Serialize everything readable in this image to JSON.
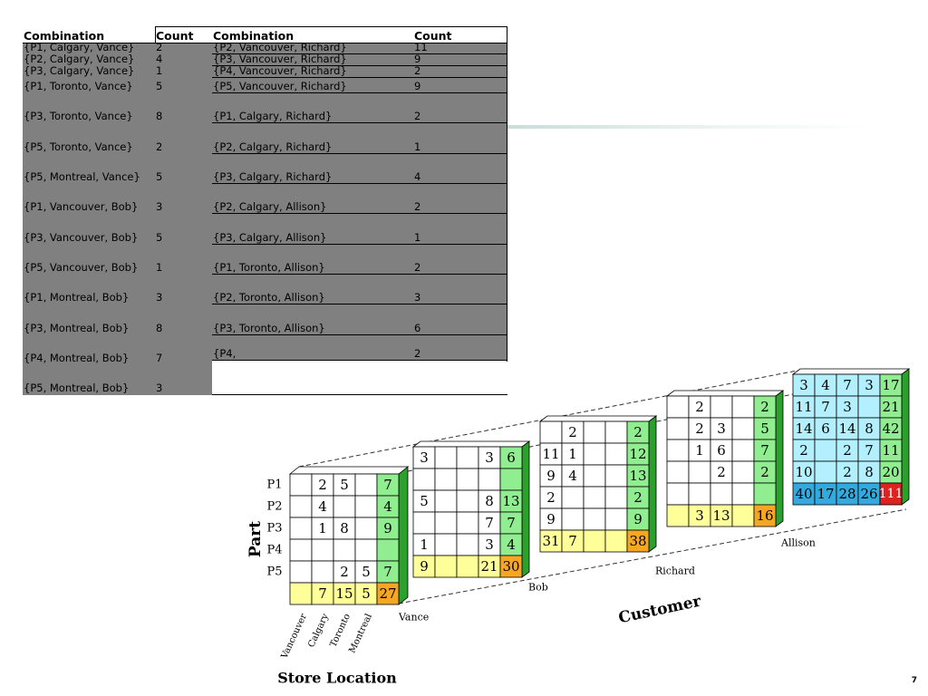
{
  "table": {
    "headers": [
      "Combination",
      "Count",
      "Combination",
      "Count"
    ],
    "left_rows": [
      [
        "{P1, Calgary, Vance}",
        "2"
      ],
      [
        "{P2, Calgary, Vance}",
        "4"
      ],
      [
        "{P3, Calgary, Vance}",
        "1"
      ],
      [
        "{P1, Toronto, Vance}",
        "5"
      ],
      [
        "{P3, Toronto, Vance}",
        "8"
      ],
      [
        "{P5, Toronto, Vance}",
        "2"
      ],
      [
        "{P5, Montreal, Vance}",
        "5"
      ],
      [
        "{P1, Vancouver, Bob}",
        "3"
      ],
      [
        "{P3, Vancouver, Bob}",
        "5"
      ],
      [
        "{P5, Vancouver, Bob}",
        "1"
      ],
      [
        "{P1, Montreal, Bob}",
        "3"
      ],
      [
        "{P3, Montreal, Bob}",
        "8"
      ],
      [
        "{P4, Montreal, Bob}",
        "7"
      ],
      [
        "{P5, Montreal, Bob}",
        "3"
      ]
    ],
    "right_rows": [
      [
        "{P2, Vancouver, Richard}",
        "11"
      ],
      [
        "{P3, Vancouver, Richard}",
        "9"
      ],
      [
        "{P4, Vancouver, Richard}",
        "2"
      ],
      [
        "{P5, Vancouver, Richard}",
        "9"
      ],
      [
        "{P1, Calgary, Richard}",
        "2"
      ],
      [
        "{P2, Calgary, Richard}",
        "1"
      ],
      [
        "{P3, Calgary, Richard}",
        "4"
      ],
      [
        "{P2, Calgary, Allison}",
        "2"
      ],
      [
        "{P3, Calgary, Allison}",
        "1"
      ],
      [
        "{P1, Toronto, Allison}",
        "2"
      ],
      [
        "{P2, Toronto, Allison}",
        "3"
      ],
      [
        "{P3, Toronto, Allison}",
        "6"
      ],
      [
        "{P4, ",
        "2"
      ]
    ]
  },
  "cube": {
    "part_label": "Part",
    "store_label": "Store Location",
    "customer_label": "Customer",
    "parts": [
      "P1",
      "P2",
      "P3",
      "P4",
      "P5"
    ],
    "stores": [
      "Vancouver",
      "Calgary",
      "Toronto",
      "Montreal"
    ],
    "colors": {
      "white": "#ffffff",
      "row_total": "#90ee90",
      "col_total": "#ffff99",
      "grand_total": "#f5a623",
      "allison_cells": "#b3f0ff",
      "allison_col_total": "#33aadd",
      "allison_grand": "#dd2222",
      "side": "#2ca02c"
    },
    "slices": [
      {
        "name": "Vance",
        "cells": [
          [
            "",
            "2",
            "5",
            ""
          ],
          [
            "",
            "4",
            "",
            ""
          ],
          [
            "",
            "1",
            "8",
            ""
          ],
          [
            "",
            "",
            "",
            ""
          ],
          [
            "",
            "",
            "2",
            "5"
          ]
        ],
        "row_totals": [
          "7",
          "4",
          "9",
          "",
          "7"
        ],
        "col_totals": [
          "",
          "7",
          "15",
          "5"
        ],
        "grand": "27"
      },
      {
        "name": "Bob",
        "cells": [
          [
            "3",
            "",
            "",
            "3"
          ],
          [
            "",
            "",
            "",
            ""
          ],
          [
            "5",
            "",
            "",
            "8"
          ],
          [
            "",
            "",
            "",
            "7"
          ],
          [
            "1",
            "",
            "",
            "3"
          ]
        ],
        "row_totals": [
          "6",
          "",
          "13",
          "7",
          "4"
        ],
        "col_totals": [
          "9",
          "",
          "",
          "21"
        ],
        "grand": "30"
      },
      {
        "name": "Richard",
        "cells": [
          [
            "",
            "2",
            "",
            ""
          ],
          [
            "11",
            "1",
            "",
            ""
          ],
          [
            "9",
            "4",
            "",
            ""
          ],
          [
            "2",
            "",
            "",
            ""
          ],
          [
            "9",
            "",
            "",
            ""
          ]
        ],
        "row_totals": [
          "2",
          "12",
          "13",
          "2",
          "9"
        ],
        "col_totals": [
          "31",
          "7",
          "",
          ""
        ],
        "grand": "38"
      },
      {
        "name": "Allison",
        "cells": [
          [
            "",
            "2",
            "",
            ""
          ],
          [
            "",
            "2",
            "3",
            ""
          ],
          [
            "",
            "1",
            "6",
            ""
          ],
          [
            "",
            "",
            "2",
            ""
          ],
          [
            "",
            "",
            "",
            ""
          ]
        ],
        "row_totals": [
          "2",
          "5",
          "7",
          "2",
          ""
        ],
        "col_totals": [
          "",
          "3",
          "13",
          ""
        ],
        "grand": "16"
      },
      {
        "name": "Allison",
        "cells": [
          [
            "3",
            "4",
            "7",
            "3"
          ],
          [
            "11",
            "7",
            "3",
            ""
          ],
          [
            "14",
            "6",
            "14",
            "8"
          ],
          [
            "2",
            "",
            "2",
            "7"
          ],
          [
            "10",
            "",
            "2",
            "8"
          ]
        ],
        "row_totals": [
          "17",
          "21",
          "42",
          "11",
          "20"
        ],
        "col_totals": [
          "40",
          "17",
          "28",
          "26"
        ],
        "grand": "111"
      }
    ]
  },
  "page_number": "7"
}
